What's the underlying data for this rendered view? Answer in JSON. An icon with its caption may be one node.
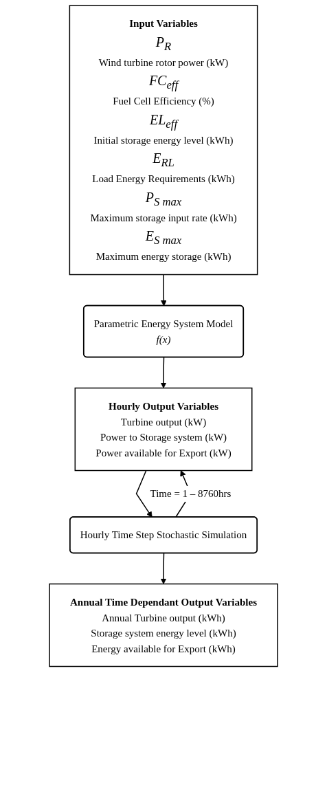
{
  "diagram": {
    "nodes": [
      {
        "text": [
          "Input Variables",
          "P$_{R}$",
          "Wind turbine rotor power (kW)",
          "FC$_{eff}$",
          "Fuel Cell Efficiency (%)",
          "EL$_{eff}$",
          "Initial storage energy level (kWh)",
          "E$_{RL}$",
          "Load Energy Requirements (kWh)",
          "P$_{S max}$",
          "Maximum storage input rate (kWh)",
          "E$_{S max}$",
          "Maximum energy storage (kWh)"
        ]
      },
      {
        "text": [
          "Parametric Energy System Model",
          "f(x)"
        ]
      },
      {
        "text": [
          "Hourly Output Variables",
          "Turbine output (kW)",
          "Power to Storage system (kW)",
          "Power available for Export (kW)"
        ]
      },
      {
        "text": [
          "Hourly Time Step Stochastic Simulation"
        ]
      },
      {
        "text": [
          "Annual Time Dependant Output Variables",
          "Annual Turbine output (kWh)",
          "Storage system energy level (kWh)",
          "Energy available for Export (kWh)"
        ]
      }
    ],
    "edges": [
      {
        "from": 0,
        "to": 1,
        "arrow": "to"
      },
      {
        "from": 1,
        "to": 2,
        "arrow": "to"
      },
      {
        "from": 2,
        "to": 3,
        "arrow": "to"
      },
      {
        "from": 3,
        "to": 2,
        "arrow": "to",
        "label": "Time = 1 – 8760hrs"
      },
      {
        "from": 3,
        "to": 4,
        "arrow": "to"
      }
    ]
  }
}
